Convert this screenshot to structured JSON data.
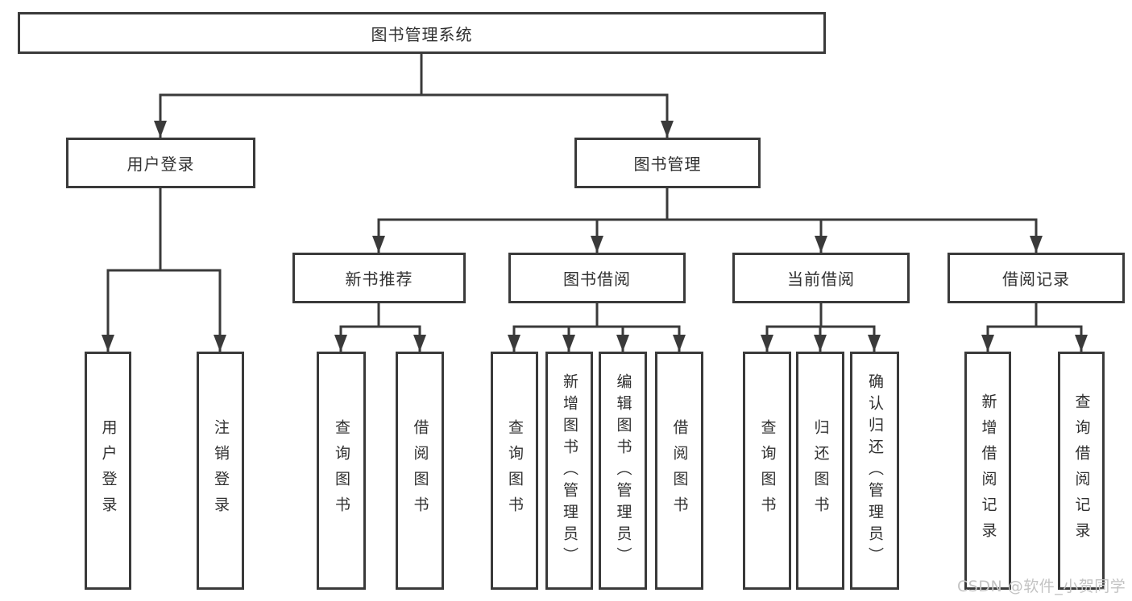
{
  "diagram": {
    "type": "hierarchy-tree",
    "root": {
      "label": "图书管理系统"
    },
    "level2": [
      {
        "label": "用户登录",
        "parent": "图书管理系统"
      },
      {
        "label": "图书管理",
        "parent": "图书管理系统"
      }
    ],
    "level3": [
      {
        "label": "新书推荐",
        "parent": "图书管理"
      },
      {
        "label": "图书借阅",
        "parent": "图书管理"
      },
      {
        "label": "当前借阅",
        "parent": "图书管理"
      },
      {
        "label": "借阅记录",
        "parent": "图书管理"
      }
    ],
    "level4": [
      {
        "label": "用户登录",
        "parent": "用户登录"
      },
      {
        "label": "注销登录",
        "parent": "用户登录"
      },
      {
        "label": "查询图书",
        "parent": "新书推荐"
      },
      {
        "label": "借阅图书",
        "parent": "新书推荐"
      },
      {
        "label": "查询图书",
        "parent": "图书借阅"
      },
      {
        "label": "新增图书（管理员）",
        "parent": "图书借阅"
      },
      {
        "label": "编辑图书（管理员）",
        "parent": "图书借阅"
      },
      {
        "label": "借阅图书",
        "parent": "图书借阅"
      },
      {
        "label": "查询图书",
        "parent": "当前借阅"
      },
      {
        "label": "归还图书",
        "parent": "当前借阅"
      },
      {
        "label": "确认归还（管理员）",
        "parent": "当前借阅"
      },
      {
        "label": "新增借阅记录",
        "parent": "借阅记录"
      },
      {
        "label": "查询借阅记录",
        "parent": "借阅记录"
      }
    ],
    "watermark": {
      "text": "CSDN @软件_小贺同学",
      "color": "#c3c3c3"
    },
    "colors": {
      "line": "#3a3a3a",
      "box_border": "#3a3a3a",
      "box_fill": "#ffffff",
      "text": "#303030",
      "background": "#ffffff"
    }
  }
}
